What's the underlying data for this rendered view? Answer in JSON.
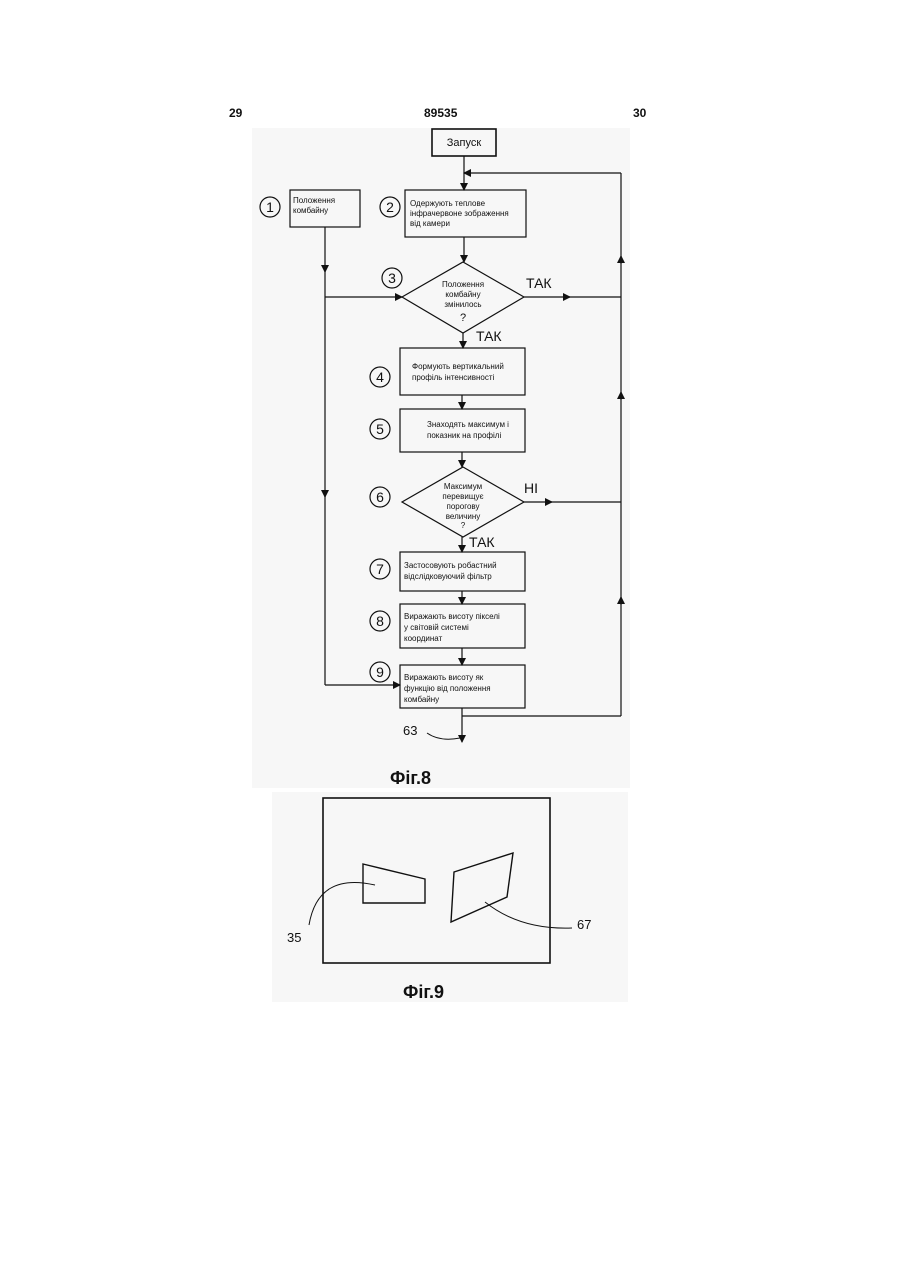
{
  "header": {
    "page_left": "29",
    "doc_number": "89535",
    "page_right": "30"
  },
  "figure8": {
    "caption": "Фіг.8",
    "start": "Запуск",
    "steps": [
      {
        "num": "1",
        "text": [
          "Положення",
          "комбайну"
        ]
      },
      {
        "num": "2",
        "text": [
          "Одержують теплове",
          "інфрачервоне зображення",
          "від камери"
        ]
      },
      {
        "num": "3",
        "text": [
          "Положення",
          "комбайну",
          "змінилось",
          "?"
        ]
      },
      {
        "num": "4",
        "text": [
          "Формують вертикальний",
          "профіль інтенсивності"
        ]
      },
      {
        "num": "5",
        "text": [
          "Знаходять максимум і",
          "показник на профілі"
        ]
      },
      {
        "num": "6",
        "text": [
          "Максимум",
          "перевищує",
          "порогову",
          "величину",
          "?"
        ]
      },
      {
        "num": "7",
        "text": [
          "Застосовують робастний",
          "відслідковуючий фільтр"
        ]
      },
      {
        "num": "8",
        "text": [
          "Виражають висоту пікселі",
          "у світовій системі",
          "координат"
        ]
      },
      {
        "num": "9",
        "text": [
          "Виражають висоту як",
          "функцію від положення",
          "комбайну"
        ]
      }
    ],
    "labels": {
      "yes3_right": "ТАК",
      "yes3_down": "ТАК",
      "no6": "НІ",
      "yes6_down": "ТАК",
      "ref63": "63"
    }
  },
  "figure9": {
    "caption": "Фіг.9",
    "refs": {
      "left": "35",
      "right": "67"
    }
  }
}
